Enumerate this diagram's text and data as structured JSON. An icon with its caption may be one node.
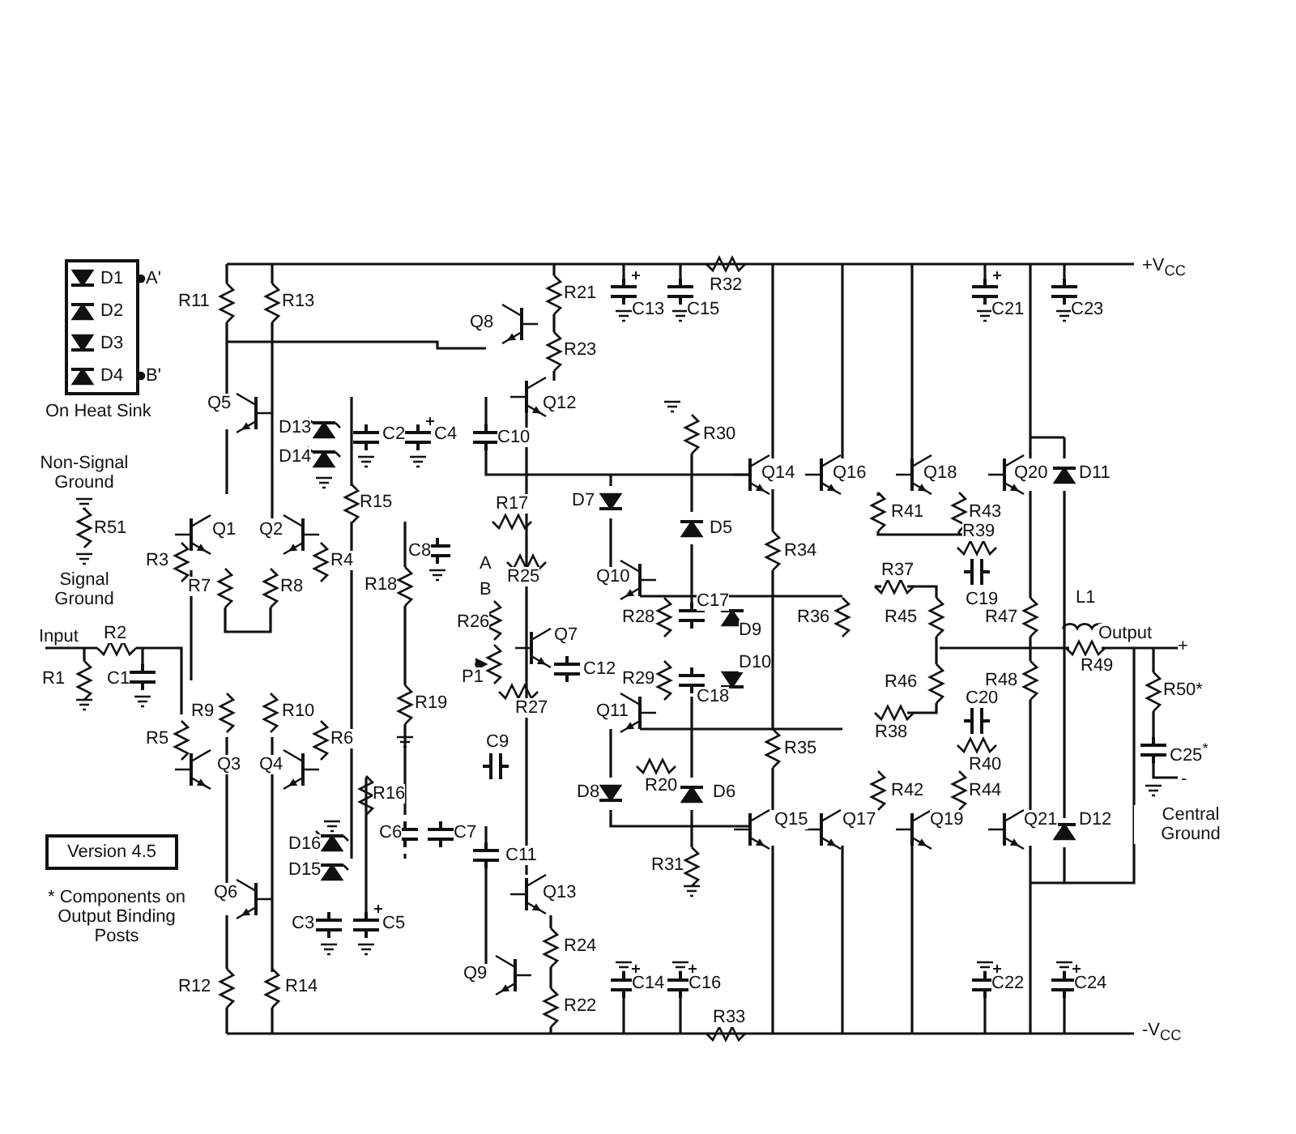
{
  "diagram": {
    "nodes": [
      {
        "text": [
          "D1",
          "D2",
          "D3",
          "D4"
        ],
        "beside": [
          "A'",
          "B'",
          "On Heat Sink"
        ]
      },
      {
        "text": [
          "Version 4.5"
        ]
      }
    ],
    "labels": [
      "+V$_{CC}$",
      "R11",
      "R13",
      "R32",
      "R21",
      "C13",
      "C15",
      "C21",
      "C23",
      "Q8",
      "R23",
      "Q5",
      "D13",
      "D14",
      "C2",
      "C4",
      "Q12",
      "C10",
      "R30",
      "Non-Signal Ground",
      "Q14",
      "Q16",
      "Q18",
      "Q20",
      "D11",
      "R15",
      "R17",
      "D7",
      "R41",
      "R43",
      "R51",
      "Q1",
      "Q2",
      "C8",
      "D5",
      "R34",
      "R39",
      "R3",
      "R4",
      "A",
      "R25",
      "R7",
      "R8",
      "R18",
      "B",
      "R37",
      "Q10",
      "C19",
      "Signal Ground",
      "R28",
      "C17",
      "D9",
      "R36",
      "R45",
      "R47",
      "L1",
      "R26",
      "Q7",
      "C12",
      "Input",
      "R2",
      "Output",
      "+",
      "R49",
      "P1",
      "R27",
      "R29",
      "C18",
      "D10",
      "R1",
      "C1",
      "R46",
      "R48",
      "R50*",
      "R19",
      "R38",
      "C20",
      "R40",
      "C25$^{*}$",
      "R9",
      "R10",
      "R5",
      "R6",
      "Q3",
      "Q4",
      "C9",
      "Q11",
      "R20",
      "R35",
      "-",
      "R16",
      "D8",
      "D6",
      "R42",
      "R44",
      "Q15",
      "Q17",
      "Q19",
      "Q21",
      "D12",
      "Central Ground",
      "D16",
      "D15",
      "C6",
      "C7",
      "C11",
      "Q13",
      "R31",
      "Q6",
      "C3",
      "C5",
      "R24",
      "Q9",
      "R12",
      "R14",
      "C14",
      "C16",
      "C22",
      "C24",
      "R22",
      "R33",
      "-V$_{CC}$",
      "* Components on Output Binding Posts"
    ]
  }
}
